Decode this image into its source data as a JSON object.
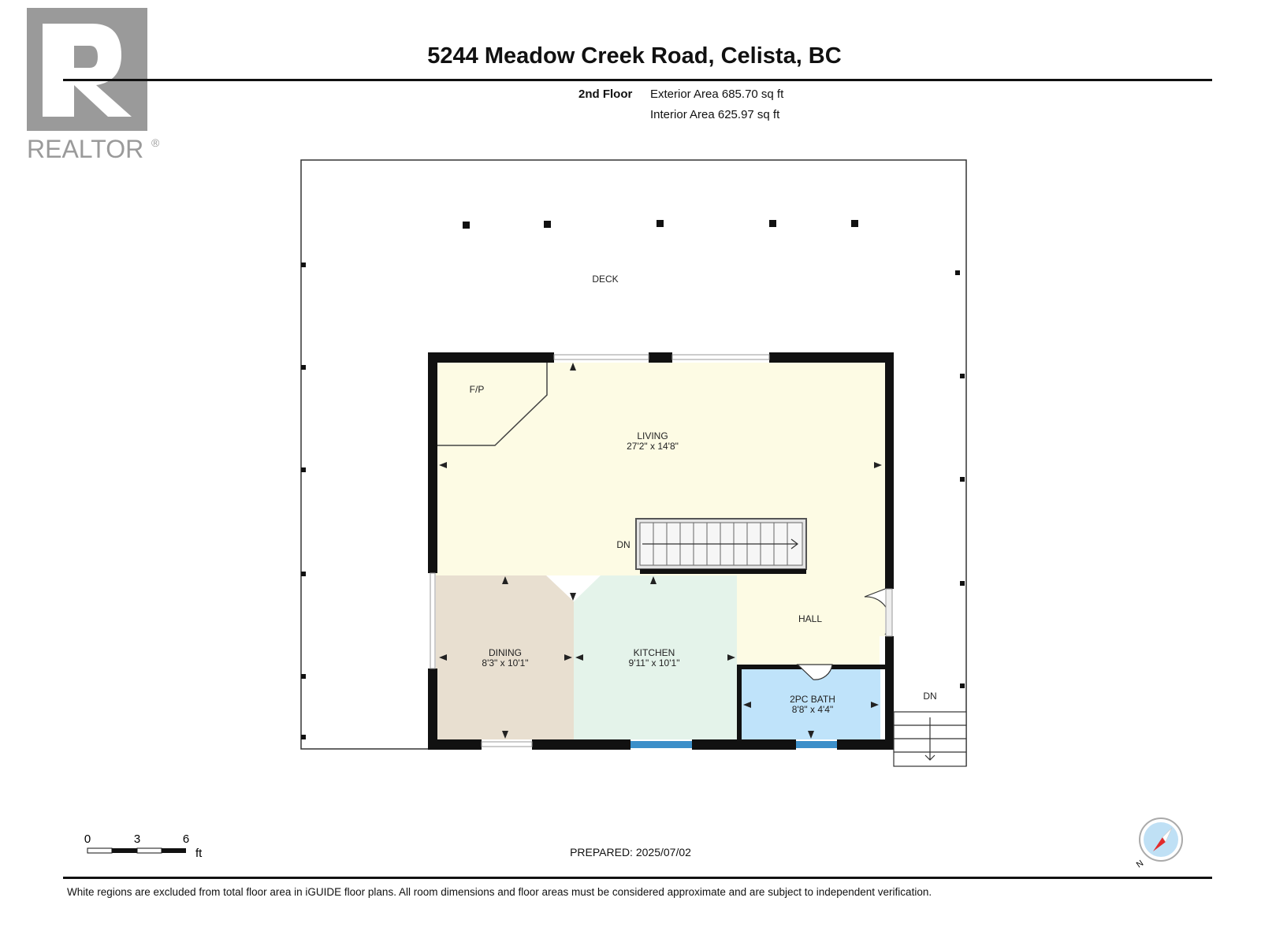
{
  "header": {
    "title": "5244 Meadow Creek Road, Celista, BC",
    "floor": "2nd Floor",
    "exterior_area": "Exterior Area 685.70 sq ft",
    "interior_area": "Interior Area 625.97 sq ft"
  },
  "logo": {
    "text": "REALTOR",
    "mark": "®"
  },
  "rooms": {
    "deck": {
      "name": "DECK"
    },
    "fp": {
      "name": "F/P"
    },
    "living": {
      "name": "LIVING",
      "dims": "27'2\" x 14'8\""
    },
    "stairs_dn": {
      "name": "DN"
    },
    "hall": {
      "name": "HALL"
    },
    "dining": {
      "name": "DINING",
      "dims": "8'3\" x 10'1\""
    },
    "kitchen": {
      "name": "KITCHEN",
      "dims": "9'11\" x 10'1\""
    },
    "bath": {
      "name": "2PC BATH",
      "dims": "8'8\" x 4'4\""
    },
    "ext_stairs_dn": {
      "name": "DN"
    }
  },
  "scale": {
    "ticks": [
      "0",
      "3",
      "6"
    ],
    "unit": "ft"
  },
  "compass": {
    "label": "N"
  },
  "footer": {
    "prepared": "PREPARED: 2025/07/02",
    "disclaimer": "White regions are excluded from total floor area in iGUIDE floor plans. All room dimensions and floor areas must be considered approximate and are subject to independent verification."
  },
  "colors": {
    "living": "#fdfbe4",
    "dining": "#e8dfd0",
    "kitchen": "#e4f3ea",
    "bath": "#bfe3fa",
    "wall": "#111111",
    "window": "#3c8fc9"
  }
}
